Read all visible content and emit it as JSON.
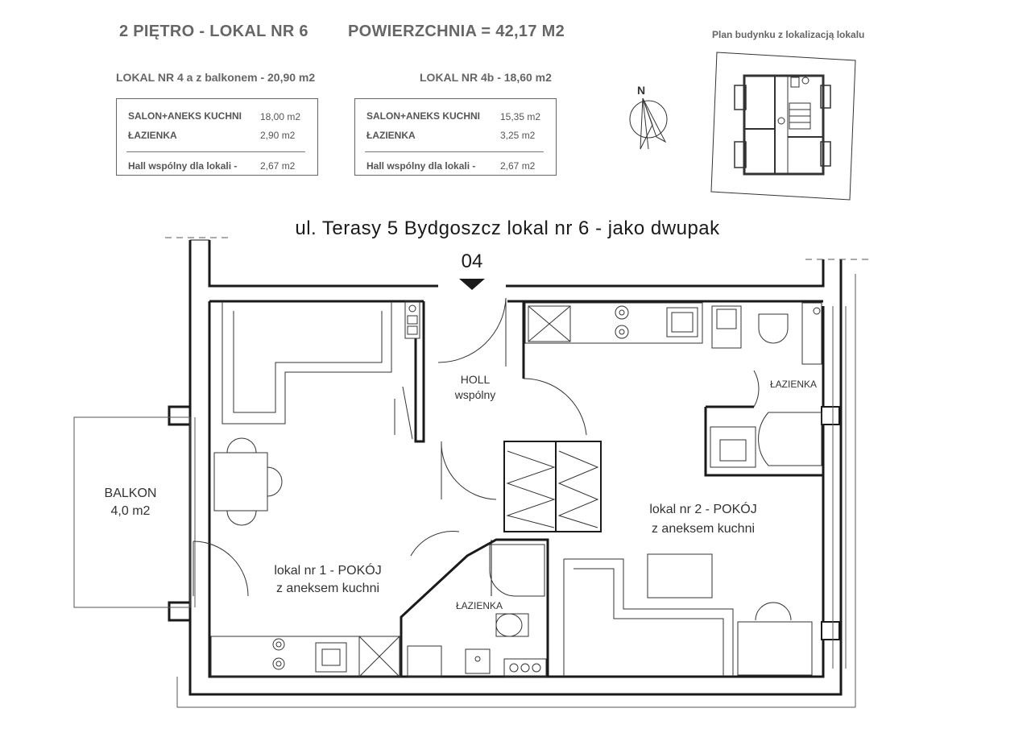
{
  "header": {
    "floor_unit": "2 PIĘTRO - LOKAL NR 6",
    "area": "POWIERZCHNIA = 42,17 M2",
    "building_plan_caption": "Plan budynku z lokalizacją lokalu"
  },
  "table_4a": {
    "title": "LOKAL NR 4 a  z balkonem - 20,90 m2",
    "rows": [
      {
        "label": "SALON+ANEKS KUCHNI",
        "value": "18,00  m2"
      },
      {
        "label": "ŁAZIENKA",
        "value": "2,90  m2"
      }
    ],
    "footer": {
      "label": "Hall wspólny dla lokali -",
      "value": "2,67  m2"
    }
  },
  "table_4b": {
    "title": "LOKAL NR 4b  - 18,60 m2",
    "rows": [
      {
        "label": "SALON+ANEKS KUCHNI",
        "value": "15,35  m2"
      },
      {
        "label": "ŁAZIENKA",
        "value": "3,25  m2"
      }
    ],
    "footer": {
      "label": "Hall wspólny dla lokali -",
      "value": "2,67  m2"
    }
  },
  "compass": {
    "north_label": "N",
    "icon": "compass-north-icon"
  },
  "plan": {
    "address": "ul. Terasy 5  Bydgoszcz  lokal nr 6  -  jako dwupak",
    "entrance_number": "04",
    "rooms": {
      "hall_line1": "HOLL",
      "hall_line2": "wspólny",
      "balcony_line1": "BALKON",
      "balcony_line2": "4,0 m2",
      "unit1_line1": "lokal nr 1 - POKÓJ",
      "unit1_line2": "z aneksem kuchni",
      "unit2_line1": "lokal nr 2 - POKÓJ",
      "unit2_line2": "z aneksem kuchni",
      "bathroom_left": "ŁAZIENKA",
      "bathroom_right": "ŁAZIENKA"
    },
    "colors": {
      "wall": "#1a1a1a",
      "fixture": "#333333",
      "header_text": "#666666"
    }
  }
}
